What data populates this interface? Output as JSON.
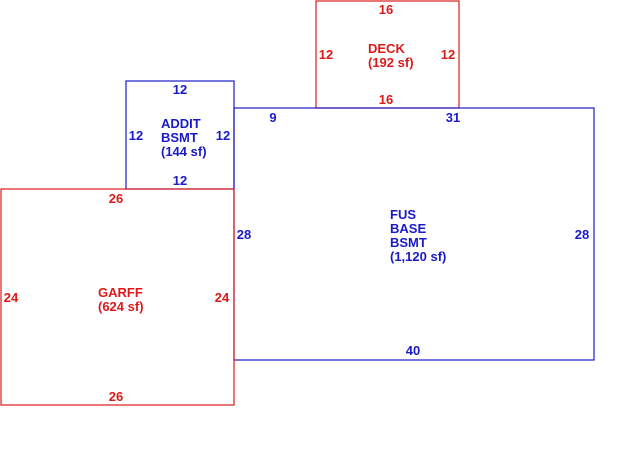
{
  "colors": {
    "red": "#dd1a1a",
    "blue": "#1a1ac8",
    "background": "#ffffff"
  },
  "rooms": {
    "deck": {
      "color": "red",
      "lines": [
        "DECK",
        "(192 sf)"
      ],
      "dims": {
        "top": "16",
        "bottom": "16",
        "left": "12",
        "right": "12"
      }
    },
    "addit_bsmt": {
      "color": "blue",
      "lines": [
        "ADDIT",
        "BSMT",
        "(144 sf)"
      ],
      "dims": {
        "top": "12",
        "bottom": "12",
        "left": "12",
        "right": "12"
      }
    },
    "fus_base_bsmt": {
      "color": "blue",
      "lines": [
        "FUS",
        "BASE",
        "BSMT",
        "(1,120 sf)"
      ],
      "dims": {
        "top_left": "9",
        "top_right": "31",
        "bottom": "40",
        "left": "28",
        "right": "28"
      }
    },
    "garff": {
      "color": "red",
      "lines": [
        "GARFF",
        "(624 sf)"
      ],
      "dims": {
        "top": "26",
        "bottom": "26",
        "left": "24",
        "right": "24"
      }
    }
  }
}
